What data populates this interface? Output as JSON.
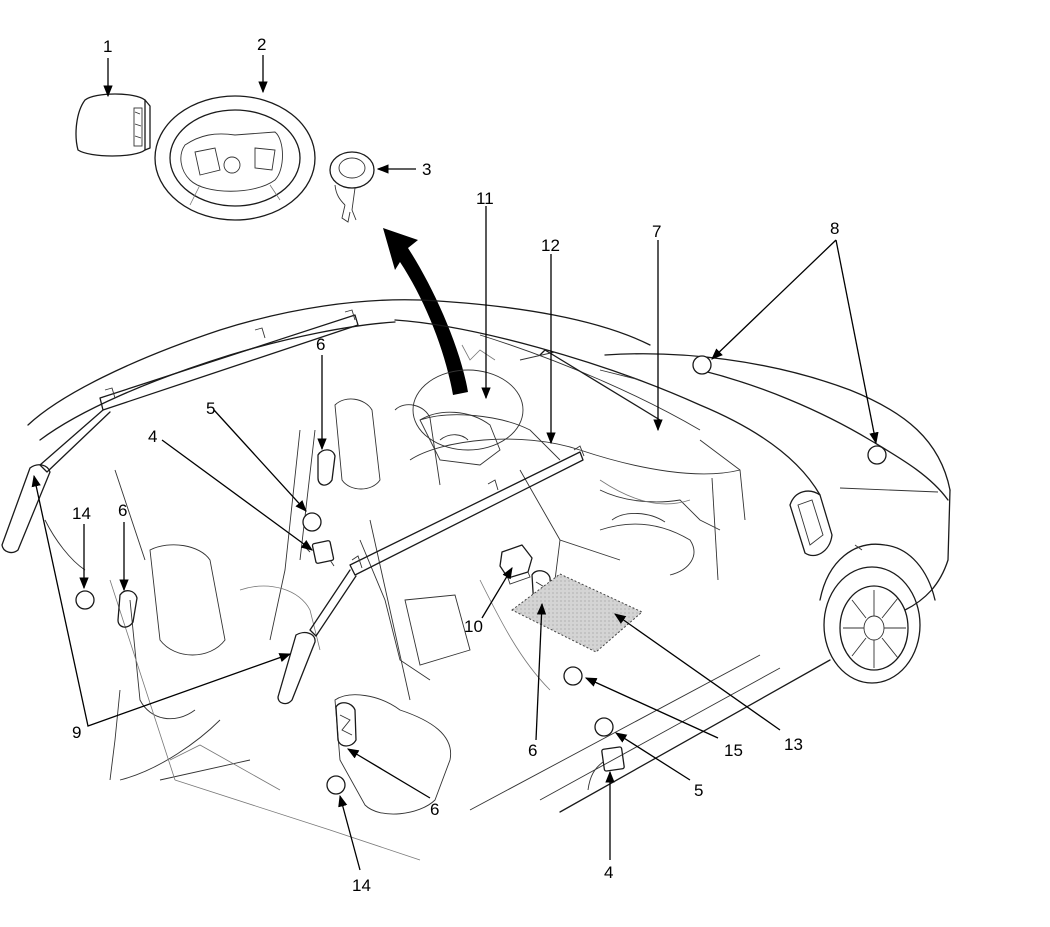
{
  "callouts": [
    {
      "id": "c1",
      "text": "1"
    },
    {
      "id": "c2",
      "text": "2"
    },
    {
      "id": "c3",
      "text": "3"
    },
    {
      "id": "c4a",
      "text": "4"
    },
    {
      "id": "c4b",
      "text": "4"
    },
    {
      "id": "c5a",
      "text": "5"
    },
    {
      "id": "c5b",
      "text": "5"
    },
    {
      "id": "c6a",
      "text": "6"
    },
    {
      "id": "c6b",
      "text": "6"
    },
    {
      "id": "c6c",
      "text": "6"
    },
    {
      "id": "c6d",
      "text": "6"
    },
    {
      "id": "c7",
      "text": "7"
    },
    {
      "id": "c8",
      "text": "8"
    },
    {
      "id": "c9",
      "text": "9"
    },
    {
      "id": "c10",
      "text": "10"
    },
    {
      "id": "c11",
      "text": "11"
    },
    {
      "id": "c12",
      "text": "12"
    },
    {
      "id": "c13",
      "text": "13"
    },
    {
      "id": "c14a",
      "text": "14"
    },
    {
      "id": "c14b",
      "text": "14"
    },
    {
      "id": "c15",
      "text": "15"
    }
  ]
}
